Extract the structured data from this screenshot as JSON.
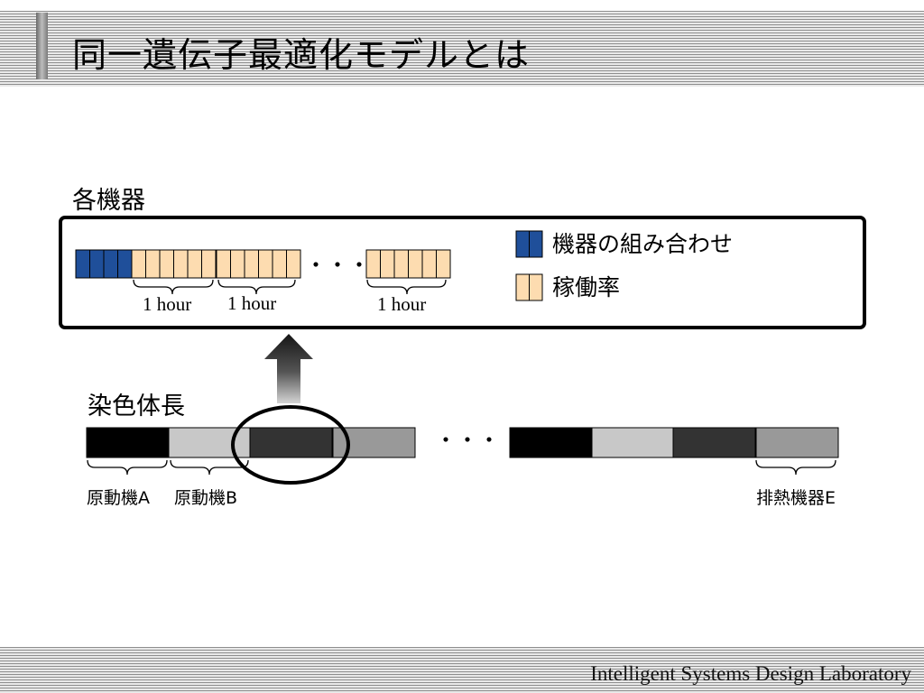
{
  "slide": {
    "title": "同一遺伝子最適化モデルとは",
    "footer": "Intelligent Systems Design Laboratory"
  },
  "colors": {
    "device_combo": "#1f4f9a",
    "utilization": "#fddcb0",
    "black": "#000000",
    "light_gray": "#c8c8c8",
    "dark_gray": "#333333",
    "mid_gray": "#999999"
  },
  "diagram": {
    "device_section_label": "各機器",
    "hour_labels": [
      "1 hour",
      "1 hour",
      "1 hour"
    ],
    "ellipsis": "・・・",
    "legend": [
      {
        "label": "機器の組み合わせ",
        "color": "#1f4f9a"
      },
      {
        "label": "稼働率",
        "color": "#fddcb0"
      }
    ],
    "chromosome_label": "染色体長",
    "gene_labels": [
      "原動機A",
      "原動機B",
      "排熱機器E"
    ],
    "gene_block_colors": [
      "#000000",
      "#c8c8c8",
      "#333333",
      "#999999",
      "#000000",
      "#c8c8c8",
      "#333333",
      "#999999"
    ]
  }
}
